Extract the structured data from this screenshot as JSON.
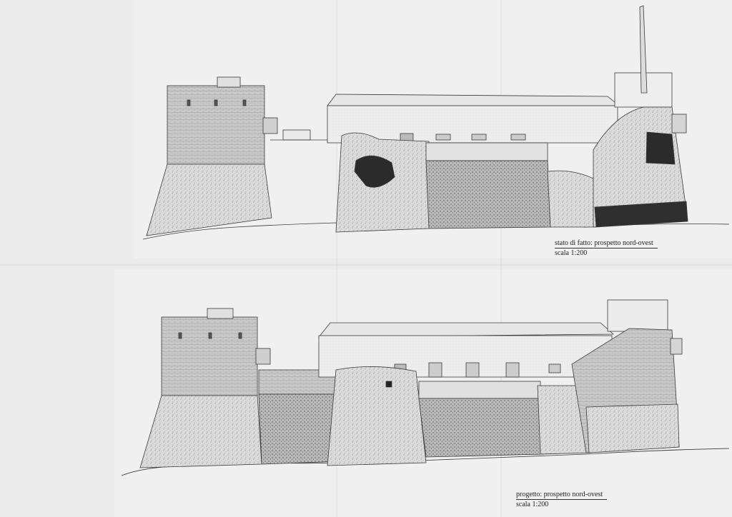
{
  "captions": {
    "existing": {
      "line1": "stato di fatto: prospetto nord-ovest",
      "line2": "scala 1:200"
    },
    "project": {
      "line1": "progetto: prospetto nord-ovest",
      "line2": "scala 1:200"
    }
  },
  "colors": {
    "ink": "#3a3a3a",
    "stone_light": "#d9d9d9",
    "stone_mid": "#bdbdbd",
    "stone_dark": "#8c8c8c",
    "ruin_black": "#2b2b2b"
  }
}
